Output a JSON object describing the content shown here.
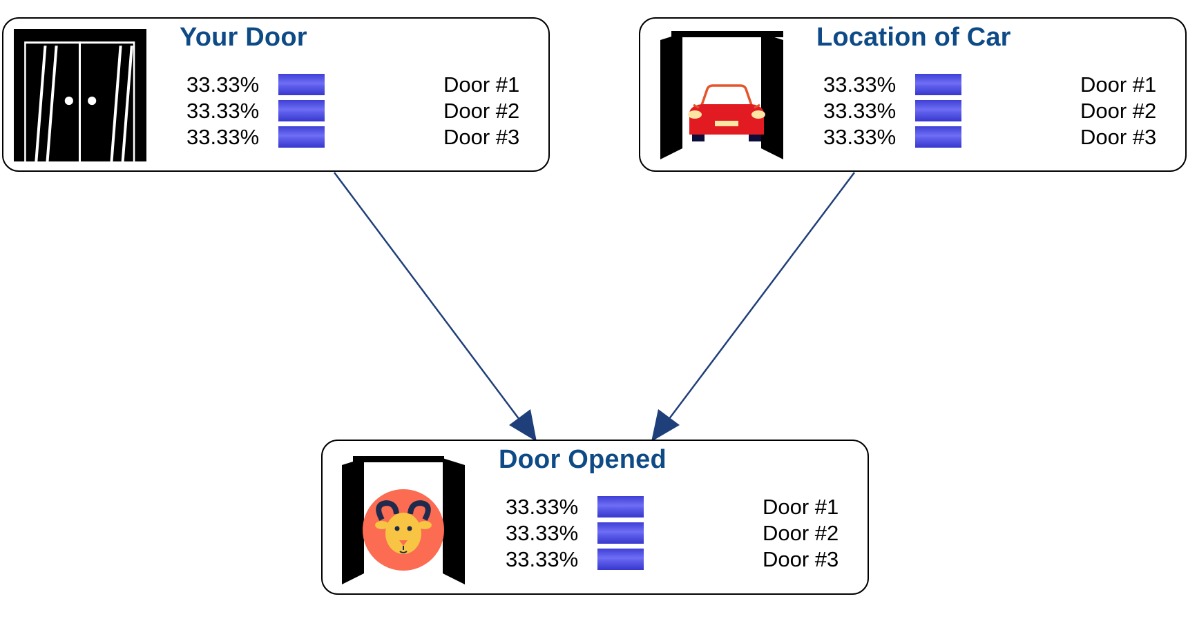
{
  "nodes": [
    {
      "id": "your-door",
      "title": "Your Door",
      "icon": "sliding-door-icon",
      "states": [
        {
          "label": "Door #1",
          "percent_text": "33.33%",
          "probability": 0.3333
        },
        {
          "label": "Door #2",
          "percent_text": "33.33%",
          "probability": 0.3333
        },
        {
          "label": "Door #3",
          "percent_text": "33.33%",
          "probability": 0.3333
        }
      ]
    },
    {
      "id": "location-of-car",
      "title": "Location of Car",
      "icon": "car-in-doorway-icon",
      "states": [
        {
          "label": "Door #1",
          "percent_text": "33.33%",
          "probability": 0.3333
        },
        {
          "label": "Door #2",
          "percent_text": "33.33%",
          "probability": 0.3333
        },
        {
          "label": "Door #3",
          "percent_text": "33.33%",
          "probability": 0.3333
        }
      ]
    },
    {
      "id": "door-opened",
      "title": "Door Opened",
      "icon": "goat-in-doorway-icon",
      "states": [
        {
          "label": "Door #1",
          "percent_text": "33.33%",
          "probability": 0.3333
        },
        {
          "label": "Door #2",
          "percent_text": "33.33%",
          "probability": 0.3333
        },
        {
          "label": "Door #3",
          "percent_text": "33.33%",
          "probability": 0.3333
        }
      ]
    }
  ],
  "edges": [
    {
      "from": "Your Door",
      "to": "Door Opened"
    },
    {
      "from": "Location of Car",
      "to": "Door Opened"
    }
  ],
  "colors": {
    "title": "#0d4a86",
    "bar": "#5252e6",
    "arrow": "#1f3f7a"
  }
}
